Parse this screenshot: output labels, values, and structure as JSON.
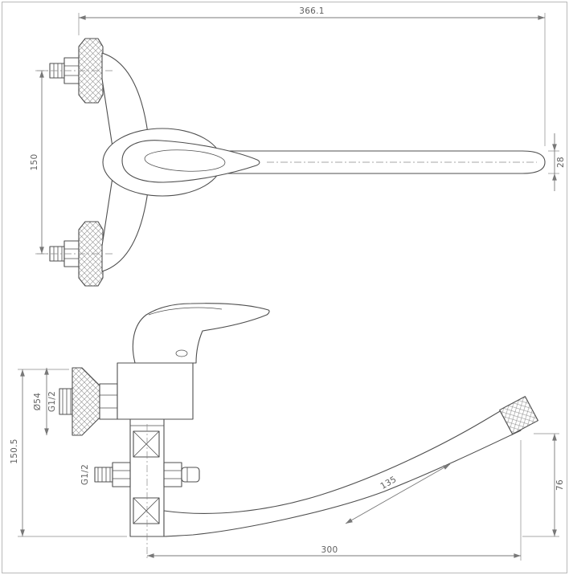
{
  "page": {
    "background": "#ffffff",
    "border_color": "#b9b9b9",
    "line_color": "#4f4f4f",
    "dim_color": "#787878"
  },
  "drawing": {
    "top_view": {
      "dim_overall_length": "366.1",
      "dim_mount_spacing": "150",
      "dim_spout_width": "28"
    },
    "front_view": {
      "dim_height": "150.5",
      "dim_flange_diameter": "Ø54",
      "label_thread_wall": "G1/2",
      "label_thread_inlet": "G1/2",
      "dim_spout_segment": "135",
      "dim_outlet_height": "76",
      "dim_spout_reach": "300"
    }
  }
}
